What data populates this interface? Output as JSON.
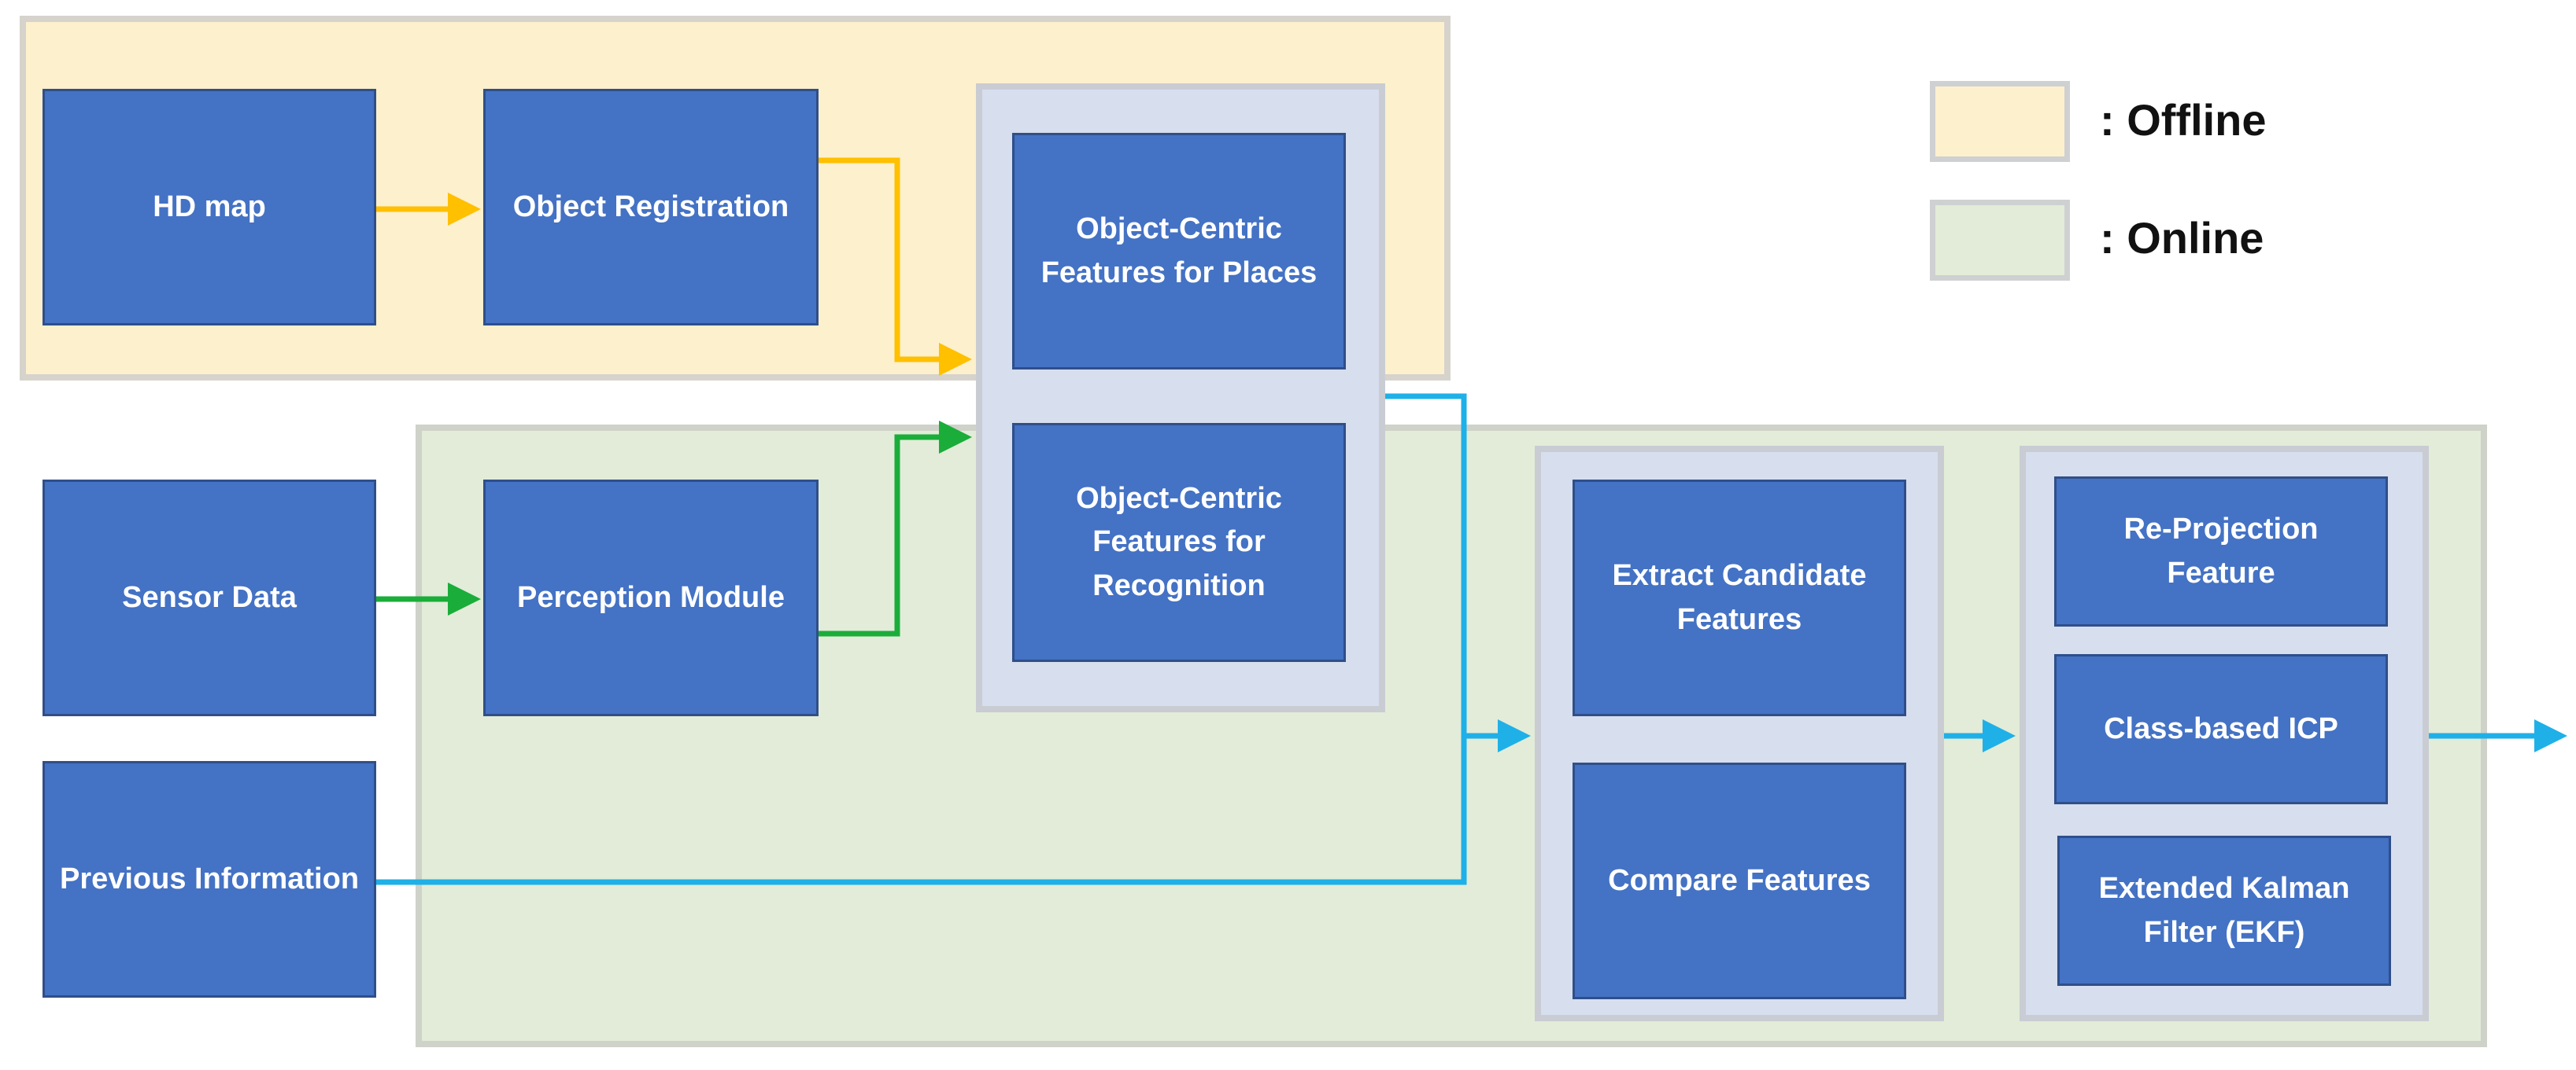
{
  "nodes": {
    "hd_map": "HD map",
    "object_registration": "Object Registration",
    "features_places": "Object-Centric Features for Places",
    "features_recognition": "Object-Centric Features for Recognition",
    "sensor_data": "Sensor Data",
    "perception_module": "Perception Module",
    "previous_information": "Previous Information",
    "extract_candidates": "Extract Candidate Features",
    "compare_features": "Compare Features",
    "reprojection": "Re-Projection Feature",
    "class_icp": "Class-based ICP",
    "ekf": "Extended Kalman Filter (EKF)"
  },
  "legend": {
    "offline_label": ": Offline",
    "online_label": ": Online"
  },
  "colors": {
    "offline_region": "#fdf0cd",
    "online_region": "#e2ecd8",
    "node_fill": "#4472c4",
    "arrow_offline": "#ffc000",
    "arrow_perception": "#1aad3a",
    "arrow_online": "#1fb0e8"
  }
}
